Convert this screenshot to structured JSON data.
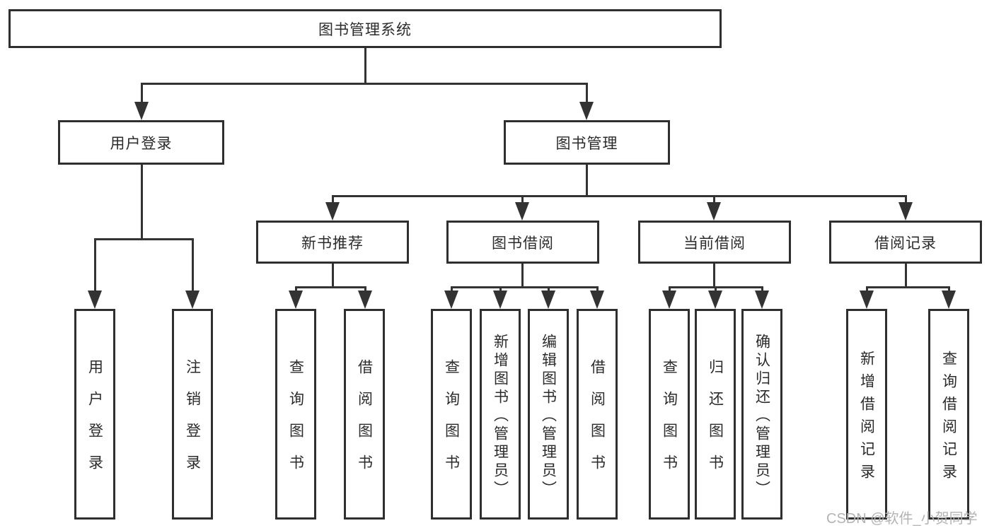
{
  "nodes": {
    "root": "图书管理系统",
    "level2": [
      "用户登录",
      "图书管理"
    ],
    "level3": [
      "新书推荐",
      "图书借阅",
      "当前借阅",
      "借阅记录"
    ],
    "leaves": {
      "user_login": [
        "用户登录",
        "注销登录"
      ],
      "new_books": [
        "查询图书",
        "借阅图书"
      ],
      "book_borrow": [
        "查询图书",
        "新增图书（管理员）",
        "编辑图书（管理员）",
        "借阅图书"
      ],
      "current_borrow": [
        "查询图书",
        "归还图书",
        "确认归还（管理员）"
      ],
      "borrow_records": [
        "新增借阅记录",
        "查询借阅记录"
      ]
    }
  },
  "watermark": "CSDN @软件_小贺同学",
  "colors": {
    "line": "#333333",
    "border": "#2f2f2f",
    "text": "#2b2b2b",
    "watermark": "#b3b3b3",
    "background": "#ffffff"
  }
}
